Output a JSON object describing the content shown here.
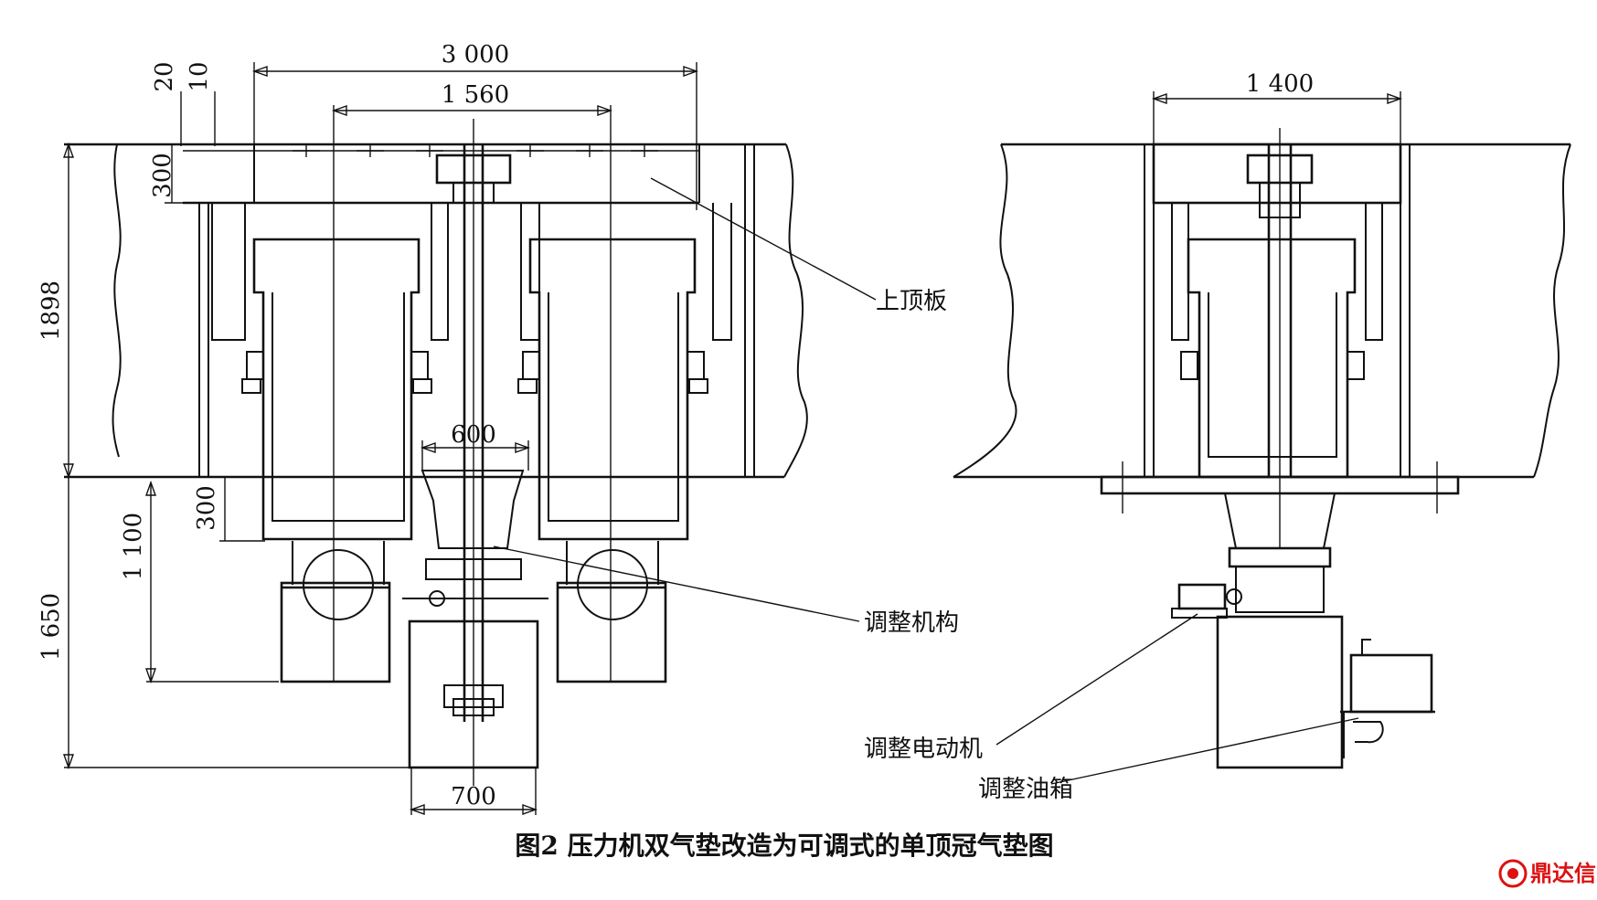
{
  "figure": {
    "caption": "图2 压力机双气垫改造为可调式的单顶冠气垫图"
  },
  "dimensions": {
    "top_3000": "3 000",
    "top_1560": "1 560",
    "top_20": "20",
    "top_10": "10",
    "plate_300": "300",
    "height_1898": "1898",
    "cushion_300": "300",
    "height_1100": "1 100",
    "height_1650": "1 650",
    "width_600": "600",
    "width_700": "700",
    "right_1400": "1 400"
  },
  "labels": {
    "upper_plate": "上顶板",
    "adjust_mechanism": "调整机构",
    "adjust_motor": "调整电动机",
    "adjust_tank": "调整油箱"
  },
  "watermark": {
    "text": "鼎达信"
  }
}
